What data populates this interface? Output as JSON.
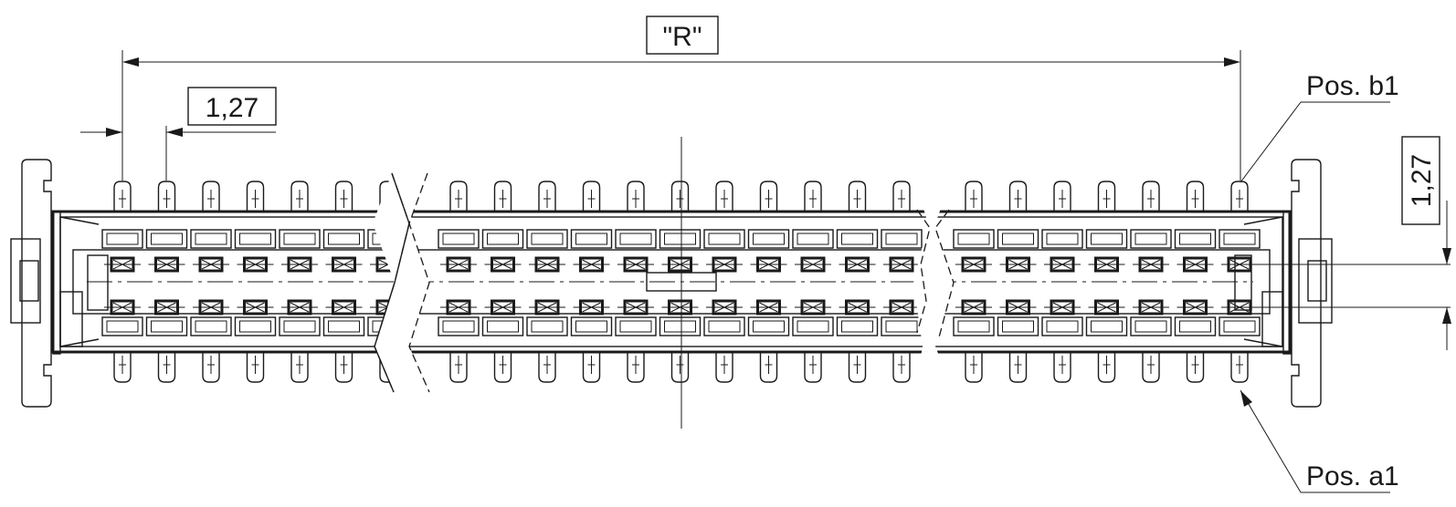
{
  "dimensions": {
    "overall_length": "\"R\"",
    "pitch_horizontal": "1,27",
    "pitch_vertical": "1,27"
  },
  "positions": {
    "b1": "Pos. b1",
    "a1": "Pos. a1"
  }
}
